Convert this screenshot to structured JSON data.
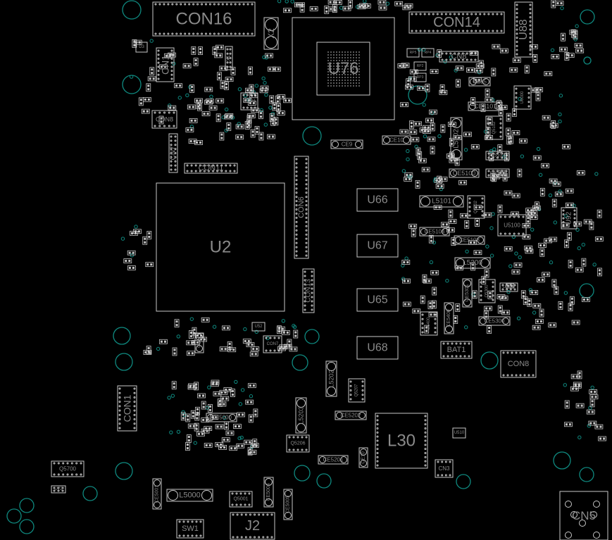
{
  "view": {
    "title": "PCB board view",
    "background": "#000000",
    "outline_color": "#c8c8c8",
    "label_color": "#8a8a8a",
    "hole_color": "#0f8a80"
  },
  "components": [
    {
      "label": "CON16"
    },
    {
      "label": "X2"
    },
    {
      "label": "U76"
    },
    {
      "label": "CON14"
    },
    {
      "label": "U88"
    },
    {
      "label": "CN8"
    },
    {
      "label": "CN1"
    },
    {
      "label": "CON8"
    },
    {
      "label": "CN7"
    },
    {
      "label": "CON11"
    },
    {
      "label": "CON6"
    },
    {
      "label": "U2"
    },
    {
      "label": "CON13"
    },
    {
      "label": "U66"
    },
    {
      "label": "U67"
    },
    {
      "label": "U65"
    },
    {
      "label": "U68"
    },
    {
      "label": "CE9"
    },
    {
      "label": "CE10"
    },
    {
      "label": "L5102"
    },
    {
      "label": "CE5101"
    },
    {
      "label": "Q5102"
    },
    {
      "label": "Q5101"
    },
    {
      "label": "Q5103"
    },
    {
      "label": "CE5100"
    },
    {
      "label": "L5101"
    },
    {
      "label": "Q5102"
    },
    {
      "label": "U5100"
    },
    {
      "label": "U92"
    },
    {
      "label": "CE5104"
    },
    {
      "label": "CE5103"
    },
    {
      "label": "L5300"
    },
    {
      "label": "CE5301"
    },
    {
      "label": "Q5300"
    },
    {
      "label": "U5300"
    },
    {
      "label": "CE5400"
    },
    {
      "label": "U5400"
    },
    {
      "label": "CE5300"
    },
    {
      "label": "BAT1"
    },
    {
      "label": "CON8"
    },
    {
      "label": "CE6"
    },
    {
      "label": "U52"
    },
    {
      "label": "CON7"
    },
    {
      "label": "L5202"
    },
    {
      "label": "Q5207"
    },
    {
      "label": "CON1"
    },
    {
      "label": "CE5000"
    },
    {
      "label": "L5203"
    },
    {
      "label": "CE5202"
    },
    {
      "label": "Q5206"
    },
    {
      "label": "CE5201"
    },
    {
      "label": "CE10"
    },
    {
      "label": "L30"
    },
    {
      "label": "CN3"
    },
    {
      "label": "U510"
    },
    {
      "label": "Q5700"
    },
    {
      "label": "U72"
    },
    {
      "label": "L5000"
    },
    {
      "label": "CE5001"
    },
    {
      "label": "Q5001"
    },
    {
      "label": "CE5004"
    },
    {
      "label": "CE5005"
    },
    {
      "label": "SW1"
    },
    {
      "label": "J2"
    },
    {
      "label": "CN5"
    },
    {
      "label": "CE15"
    },
    {
      "label": "X1"
    },
    {
      "label": "U5701"
    },
    {
      "label": "U6000"
    },
    {
      "label": "RP5"
    },
    {
      "label": "RP4"
    },
    {
      "label": "RP2"
    },
    {
      "label": "RP3"
    },
    {
      "label": "D3"
    }
  ]
}
